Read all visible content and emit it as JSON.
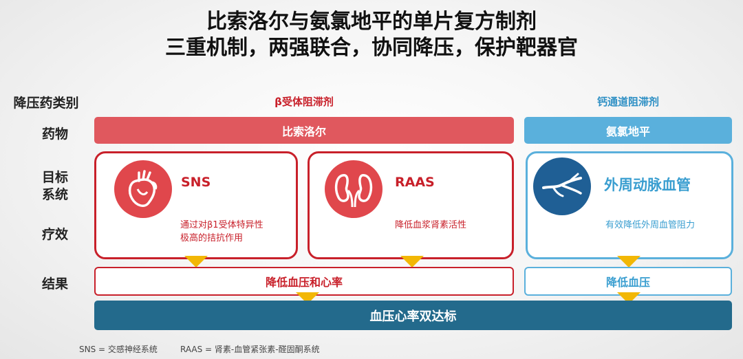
{
  "title": {
    "line1": "比索洛尔与氨氯地平的单片复方制剂",
    "line2": "三重机制，两强联合，协同降压，保护靶器官"
  },
  "rows": {
    "category": "降压药类别",
    "drug": "药物",
    "target_1": "目标",
    "target_2": "系统",
    "efficacy": "疗效",
    "result": "结果"
  },
  "categories": {
    "beta": "β受体阻滞剂",
    "ccb": "钙通道阻滞剂"
  },
  "drugs": {
    "bisoprolol": "比索洛尔",
    "amlodipine": "氨氯地平"
  },
  "targets": [
    {
      "name": "SNS",
      "desc_1": "通过对β1受体特异性",
      "desc_2": "极高的拮抗作用",
      "icon": "heart-icon"
    },
    {
      "name": "RAAS",
      "desc_1": "降低血浆肾素活性",
      "desc_2": "",
      "icon": "kidney-icon"
    },
    {
      "name": "外周动脉血管",
      "desc_1": "有效降低外周血管阻力",
      "desc_2": "",
      "icon": "vessel-icon"
    }
  ],
  "results": {
    "left": "降低血压和心率",
    "right": "降低血压",
    "final": "血压心率双达标"
  },
  "footer": {
    "sns": "SNS = 交感神经系统",
    "raas": "RAAS = 肾素-血管紧张素-醛固酮系统"
  },
  "colors": {
    "red": "#c8202a",
    "red_bar": "#e0585e",
    "blue": "#5ab0dc",
    "navy": "#1f5f95",
    "final_bar": "#236a8c",
    "arrow": "#f2b705"
  }
}
